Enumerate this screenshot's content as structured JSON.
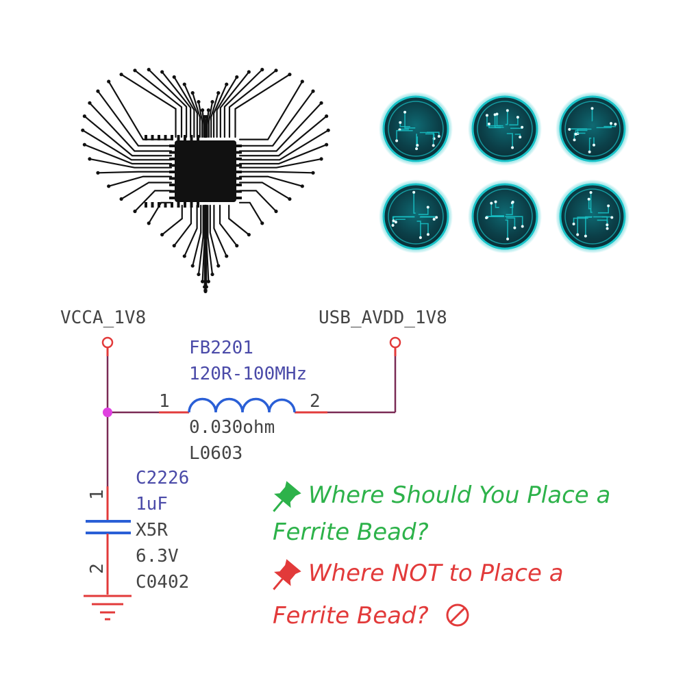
{
  "schematic": {
    "net_left": "VCCA_1V8",
    "net_right": "USB_AVDD_1V8",
    "ferrite": {
      "ref": "FB2201",
      "value": "120R-100MHz",
      "resistance": "0.030ohm",
      "package": "L0603",
      "pin1": "1",
      "pin2": "2"
    },
    "capacitor": {
      "ref": "C2226",
      "value": "1uF",
      "dielectric": "X5R",
      "voltage": "6.3V",
      "package": "C0402",
      "pin1": "1",
      "pin2": "2"
    }
  },
  "questions": {
    "q1_line1": "Where Should You Place a",
    "q1_line2": "Ferrite Bead?",
    "q2_line1": "Where NOT to Place a",
    "q2_line2": "Ferrite Bead?"
  },
  "colors": {
    "wire": "#7a2a55",
    "cap_plate": "#2a5fd6",
    "ferrite_coil": "#2a5fd6",
    "pin_red": "#e23a3a",
    "junction": "#e040e0",
    "green_text": "#2db24a",
    "red_text": "#e23a3a",
    "teal_icon": "#19c3c8"
  },
  "icons": {
    "heart": "chip-heart-icon",
    "coins": [
      "circuit-coin-icon",
      "circuit-coin-icon",
      "circuit-coin-icon",
      "circuit-coin-icon",
      "circuit-coin-icon",
      "circuit-coin-icon"
    ],
    "pin_green": "pushpin-green-icon",
    "pin_red": "pushpin-red-icon",
    "no_sign": "prohibited-icon"
  }
}
